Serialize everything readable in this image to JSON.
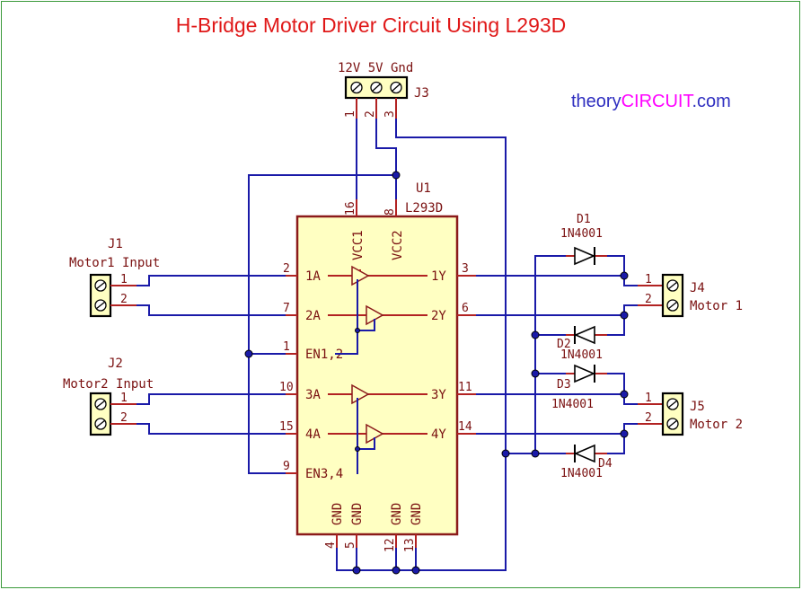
{
  "title": "H-Bridge Motor Driver Circuit Using L293D",
  "brand": {
    "prefix": "theory",
    "highlight": "CIRCUIT",
    "suffix": ".com"
  },
  "colors": {
    "title": "#e01818",
    "wire": "#1a1aa8",
    "pin": "#b22222",
    "chip_fill": "#ffffc2",
    "brand": "#2f2fc0",
    "brand_highlight": "#ff00ff"
  },
  "ic": {
    "ref": "U1",
    "value": "L293D",
    "pins": {
      "p16": "16",
      "p8": "8",
      "p2": "2",
      "p7": "7",
      "p1": "1",
      "p10": "10",
      "p15": "15",
      "p9": "9",
      "p3": "3",
      "p6": "6",
      "p11": "11",
      "p14": "14",
      "p4": "4",
      "p5": "5",
      "p12": "12",
      "p13": "13"
    },
    "labels": {
      "vcc1": "VCC1",
      "vcc2": "VCC2",
      "a1": "1A",
      "a2": "2A",
      "en12": "EN1,2",
      "a3": "3A",
      "a4": "4A",
      "en34": "EN3,4",
      "y1": "1Y",
      "y2": "2Y",
      "y3": "3Y",
      "y4": "4Y",
      "gnd": "GND"
    }
  },
  "connectors": {
    "j1": {
      "ref": "J1",
      "name": "Motor1 Input",
      "pin1": "1",
      "pin2": "2"
    },
    "j2": {
      "ref": "J2",
      "name": "Motor2 Input",
      "pin1": "1",
      "pin2": "2"
    },
    "j3": {
      "ref": "J3",
      "name": "12V 5V Gnd",
      "pin1": "1",
      "pin2": "2",
      "pin3": "3"
    },
    "j4": {
      "ref": "J4",
      "name": "Motor 1",
      "pin1": "1",
      "pin2": "2"
    },
    "j5": {
      "ref": "J5",
      "name": "Motor 2",
      "pin1": "1",
      "pin2": "2"
    }
  },
  "diodes": {
    "d1": {
      "ref": "D1",
      "value": "1N4001"
    },
    "d2": {
      "ref": "D2",
      "value": "1N4001"
    },
    "d3": {
      "ref": "D3",
      "value": "1N4001"
    },
    "d4": {
      "ref": "D4",
      "value": "1N4001"
    }
  },
  "icons": [
    "screw-terminal-icon",
    "diode-icon",
    "buffer-triangle-icon",
    "junction-dot-icon"
  ]
}
